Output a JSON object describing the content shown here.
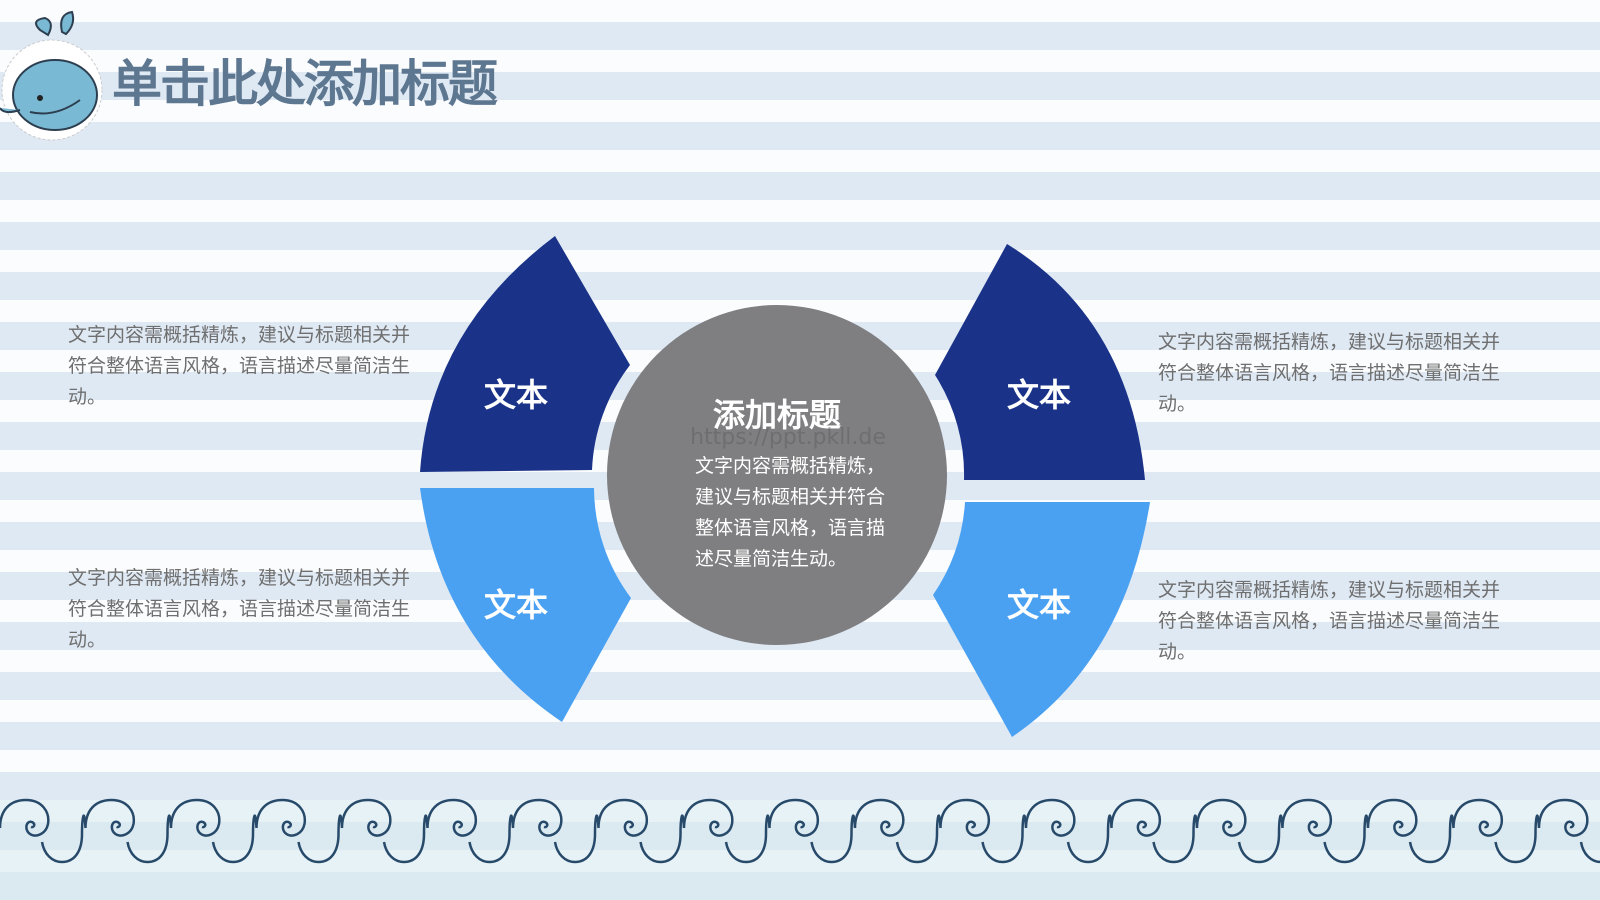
{
  "title": "单击此处添加标题",
  "center": {
    "title": "添加标题",
    "body": "文字内容需概括精炼，建议与标题相关并符合整体语言风格，语言描述尽量简洁生动。",
    "watermark": "https://ppt.pkll.de"
  },
  "petals": [
    {
      "label": "文本",
      "color": "#1a3389"
    },
    {
      "label": "文本",
      "color": "#4aa1f2"
    },
    {
      "label": "文本",
      "color": "#1a3389"
    },
    {
      "label": "文本",
      "color": "#4aa1f2"
    }
  ],
  "descriptions": [
    "文字内容需概括精炼，建议与标题相关并符合整体语言风格，语言描述尽量简洁生动。",
    "文字内容需概括精炼，建议与标题相关并符合整体语言风格，语言描述尽量简洁生动。",
    "文字内容需概括精炼，建议与标题相关并符合整体语言风格，语言描述尽量简洁生动。",
    "文字内容需概括精炼，建议与标题相关并符合整体语言风格，语言描述尽量简洁生动。"
  ],
  "colors": {
    "center": "#7f7f81",
    "title": "#5e7791",
    "wave": "#284a6a"
  }
}
